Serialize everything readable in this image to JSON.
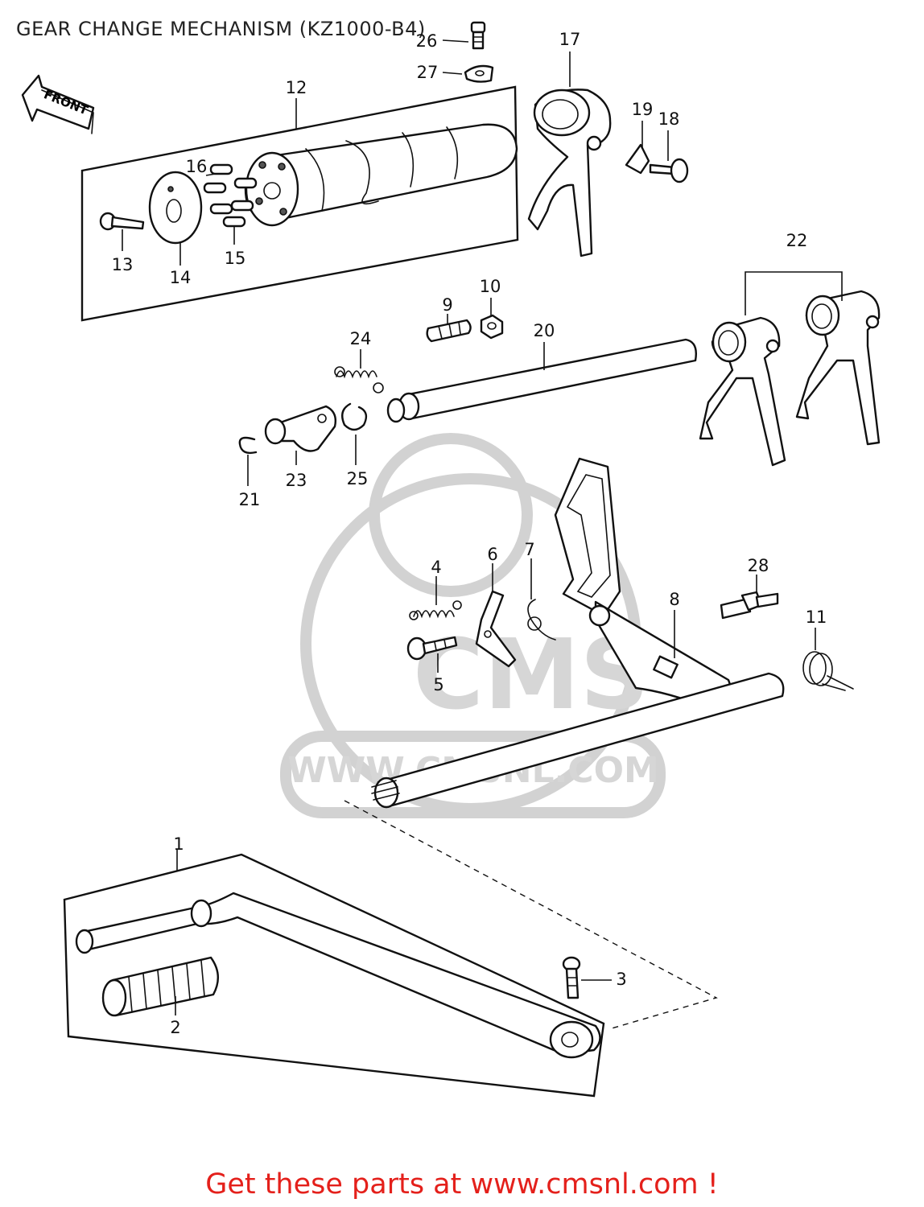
{
  "title": "GEAR CHANGE MECHANISM (KZ1000-B4)",
  "front_arrow_label": "FRONT",
  "watermark": {
    "logo_text": "CMS",
    "url_text": "WWW.CMSNL.COM"
  },
  "footer": "Get these parts at www.cmsnl.com !",
  "colors": {
    "footer": "#e4201b",
    "watermark": "#d6d6d6",
    "ink": "#111111"
  },
  "callouts": {
    "p1": "1",
    "p2": "2",
    "p3": "3",
    "p4": "4",
    "p5": "5",
    "p6": "6",
    "p7": "7",
    "p8": "8",
    "p9": "9",
    "p10": "10",
    "p11": "11",
    "p12": "12",
    "p13": "13",
    "p14": "14",
    "p15": "15",
    "p16": "16",
    "p17": "17",
    "p18": "18",
    "p19": "19",
    "p20": "20",
    "p21": "21",
    "p22": "22",
    "p23": "23",
    "p24": "24",
    "p25": "25",
    "p26": "26",
    "p27": "27",
    "p28": "28"
  }
}
